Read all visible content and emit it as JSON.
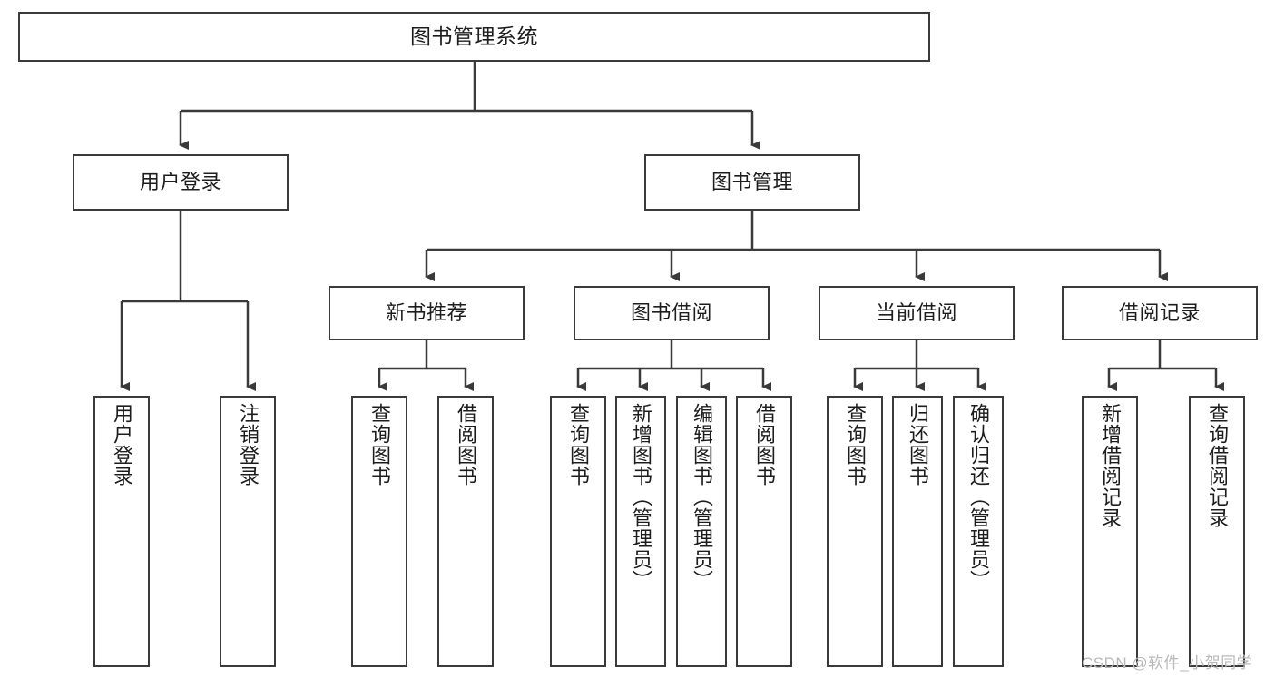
{
  "diagram": {
    "type": "tree",
    "title": "图书管理系统",
    "orientation": "top-down",
    "watermark": "CSDN @软件_小贺同学",
    "colors": {
      "box_border": "#3a3a3a",
      "box_fill": "#ffffff",
      "line": "#3a3a3a",
      "text": "#1d1d1d",
      "watermark": "#b9b9b9",
      "background": "#ffffff"
    },
    "nodes": {
      "root": {
        "label": "图书管理系统"
      },
      "level2": [
        {
          "label": "用户登录"
        },
        {
          "label": "图书管理"
        }
      ],
      "level3": [
        {
          "label": "新书推荐"
        },
        {
          "label": "图书借阅"
        },
        {
          "label": "当前借阅"
        },
        {
          "label": "借阅记录"
        }
      ],
      "leaves_user_login": [
        {
          "label": "用户登录"
        },
        {
          "label": "注销登录"
        }
      ],
      "leaves_new_book": [
        {
          "label": "查询图书"
        },
        {
          "label": "借阅图书"
        }
      ],
      "leaves_borrow": [
        {
          "label": "查询图书"
        },
        {
          "label": "新增图书（管理员）"
        },
        {
          "label": "编辑图书（管理员）"
        },
        {
          "label": "借阅图书"
        }
      ],
      "leaves_current": [
        {
          "label": "查询图书"
        },
        {
          "label": "归还图书"
        },
        {
          "label": "确认归还（管理员）"
        }
      ],
      "leaves_record": [
        {
          "label": "新增借阅记录"
        },
        {
          "label": "查询借阅记录"
        }
      ]
    }
  }
}
